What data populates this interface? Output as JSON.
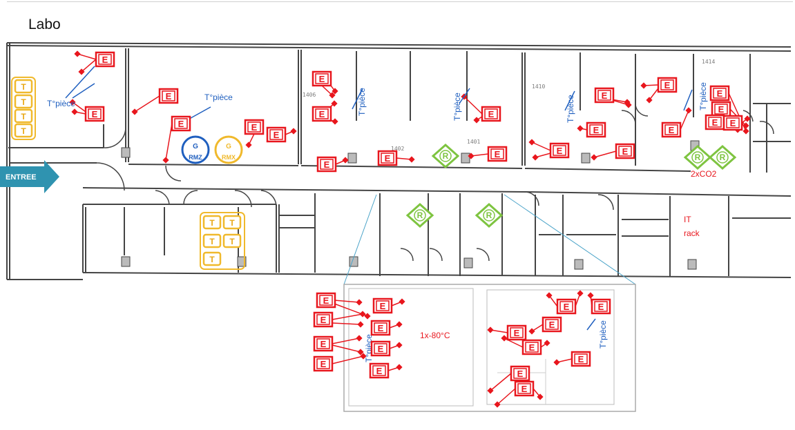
{
  "header": {
    "title": "Labo"
  },
  "entrance": {
    "label": "ENTREE"
  },
  "symbols": {
    "e": "E",
    "t": "T",
    "r": "R",
    "g": "G"
  },
  "room_temp_label": "T°pièce",
  "gauges": [
    {
      "symbol": "G",
      "label": "RMZ",
      "color": "#1f5fbf"
    },
    {
      "symbol": "G",
      "label": "RMX",
      "color": "#f0b92c"
    }
  ],
  "annotations": {
    "co2": "2xCO2",
    "it_rack": [
      "IT",
      "rack"
    ],
    "freezer": "1x-80°C"
  },
  "room_numbers": [
    "1406",
    "1410",
    "1414",
    "1402",
    "1401"
  ],
  "colors": {
    "e_marker": "#e8161d",
    "t_marker": "#f0b92c",
    "r_marker": "#7ec440",
    "room_temp": "#1f5fbf",
    "entrance": "#2f93b0"
  },
  "icons": [
    "entrance-arrow-icon",
    "e-sensor-icon",
    "t-sensor-icon",
    "r-sensor-icon",
    "gauge-icon"
  ]
}
